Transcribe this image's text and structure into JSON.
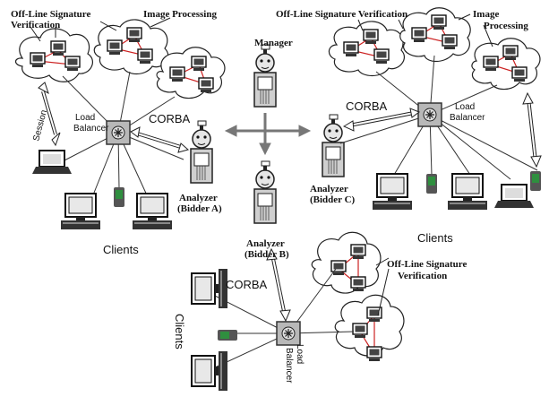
{
  "labels": {
    "offline_sig_left": [
      "Off-Line Signature",
      "Verification"
    ],
    "image_proc_left": "Image Processing",
    "session": "Session",
    "load_balancer_left": [
      "Load",
      "Balancer"
    ],
    "corba_left": "CORBA",
    "clients_left": "Clients",
    "manager": "Manager",
    "analyzer_a": [
      "Analyzer",
      "(Bidder A)"
    ],
    "analyzer_b": [
      "Analyzer",
      "(Bidder B)"
    ],
    "analyzer_c": [
      "Analyzer",
      "(Bidder C)"
    ],
    "offline_sig_right": "Off-Line Signature Verification",
    "image_proc_right": [
      "Image",
      "Processing"
    ],
    "corba_right": "CORBA",
    "load_balancer_right": [
      "Load",
      "Balancer"
    ],
    "clients_right": "Clients",
    "corba_bottom": "CORBA",
    "clients_bottom": "Clients",
    "load_balancer_bottom": [
      "Load",
      "Balancer"
    ],
    "offline_sig_bottom": [
      "Off-Line Signature",
      "Verification"
    ]
  },
  "colors": {
    "line": "#222222",
    "cluster_link": "#cc2222",
    "arrow_gray": "#777777",
    "pda_screen": "#2f8f3f",
    "box_gray": "#b8b8b8"
  }
}
